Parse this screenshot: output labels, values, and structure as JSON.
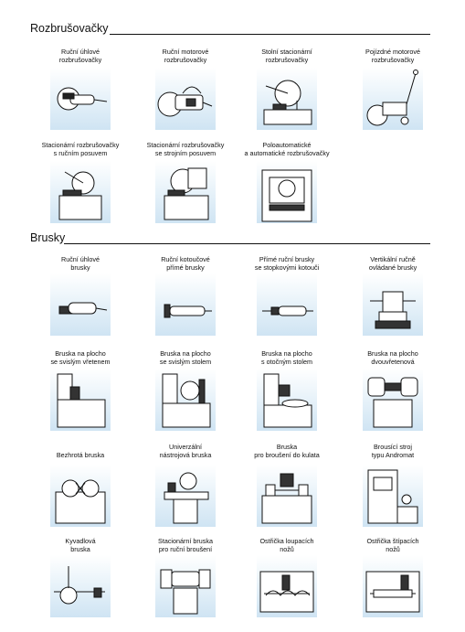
{
  "sections": [
    {
      "title": "Rozbrušovačky",
      "items": [
        {
          "label": "Ruční úhlové\nrozbrušovačky",
          "icon": "angle-cutoff-saw-icon"
        },
        {
          "label": "Ruční motorové\nrozbrušovačky",
          "icon": "motor-cutoff-saw-icon"
        },
        {
          "label": "Stolní stacionární\nrozbrušovačky",
          "icon": "bench-cutoff-saw-icon"
        },
        {
          "label": "Pojízdné motorové\nrozbrušovačky",
          "icon": "wheeled-cutoff-saw-icon"
        },
        {
          "label": "Stacionární rozbrušovačky\ns ručním posuvem",
          "icon": "manual-feed-cutoff-machine-icon"
        },
        {
          "label": "Stacionární rozbrušovačky\nse strojním posuvem",
          "icon": "power-feed-cutoff-machine-icon"
        },
        {
          "label": "Poloautomatické\na automatické rozbrušovačky",
          "icon": "automatic-cutoff-machine-icon"
        }
      ]
    },
    {
      "title": "Brusky",
      "items": [
        {
          "label": "Ruční úhlové\nbrusky",
          "icon": "angle-grinder-icon"
        },
        {
          "label": "Ruční kotoučové\npřímé brusky",
          "icon": "straight-disc-grinder-icon"
        },
        {
          "label": "Přímé ruční brusky\nse stopkovými kotouči",
          "icon": "shank-grinder-icon"
        },
        {
          "label": "Vertikální ručně\novládané brusky",
          "icon": "vertical-grinder-icon"
        },
        {
          "label": "Bruska na plocho\nse svislým vřetenem",
          "icon": "vertical-spindle-surface-grinder-icon"
        },
        {
          "label": "Bruska na plocho\nse svislým stolem",
          "icon": "vertical-table-surface-grinder-icon"
        },
        {
          "label": "Bruska na plocho\ns otočným stolem",
          "icon": "rotary-table-surface-grinder-icon"
        },
        {
          "label": "Bruska na plocho\ndvouvřetenová",
          "icon": "double-spindle-surface-grinder-icon"
        },
        {
          "label": "Bezhrotá bruska",
          "icon": "centerless-grinder-icon"
        },
        {
          "label": "Univerzální\nnástrojová bruska",
          "icon": "universal-tool-grinder-icon"
        },
        {
          "label": "Bruska\npro broušení do kulata",
          "icon": "cylindrical-grinder-icon"
        },
        {
          "label": "Brousící stroj\ntypu Andromat",
          "icon": "andromat-grinder-icon"
        },
        {
          "label": "Kyvadlová\nbruska",
          "icon": "pendulum-grinder-icon"
        },
        {
          "label": "Stacionární bruska\npro ruční broušení",
          "icon": "bench-grinder-icon"
        },
        {
          "label": "Ostřička loupacích\nnožů",
          "icon": "peeling-knife-sharpener-icon"
        },
        {
          "label": "Ostřička štípacích\nnožů",
          "icon": "chipper-knife-sharpener-icon"
        }
      ]
    }
  ]
}
